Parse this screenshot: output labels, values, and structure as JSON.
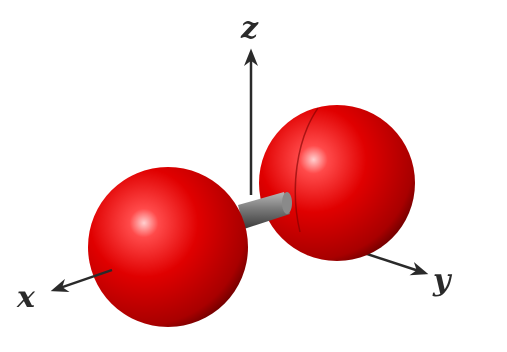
{
  "axes": {
    "x_label": "x",
    "y_label": "y",
    "z_label": "z"
  },
  "molecule": {
    "atoms": [
      {
        "element": "atom",
        "color": "#d40000"
      },
      {
        "element": "atom",
        "color": "#d40000"
      }
    ],
    "bond_color": "#6a6a6a",
    "axis_color": "#2a2a2a"
  }
}
